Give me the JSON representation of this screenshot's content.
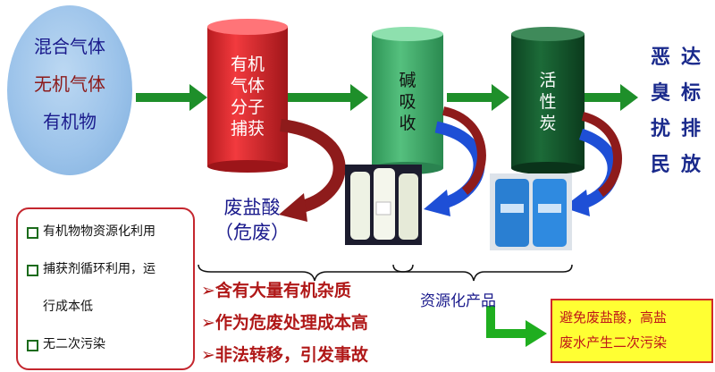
{
  "inlet": {
    "lines": [
      "混合气体",
      "无机气体",
      "有机物"
    ]
  },
  "stages": [
    {
      "label_lines": [
        "有机",
        "气体",
        "分子",
        "捕获"
      ],
      "color": "#e0292e"
    },
    {
      "label_lines": [
        "碱",
        "吸",
        "收"
      ],
      "color": "#3aa866"
    },
    {
      "label_lines": [
        "活",
        "性",
        "炭"
      ],
      "color": "#14562c"
    }
  ],
  "outlet": {
    "columns": [
      [
        "恶",
        "臭",
        "扰",
        "民"
      ],
      [
        "达",
        "标",
        "排",
        "放"
      ]
    ]
  },
  "byproduct": {
    "lines": [
      "废盐酸",
      "（危废）"
    ]
  },
  "benefits": [
    "有机物物资源化利用",
    "捕获剂循环利用，运",
    "行成本低",
    "无二次污染"
  ],
  "problems": [
    "含有大量有机杂质",
    "作为危废处理成本高",
    "非法转移，引发事故"
  ],
  "resource_label": "资源化产品",
  "advice_lines": [
    "避免废盐酸，高盐",
    "废水产生二次污染"
  ],
  "colors": {
    "flow_arrow": "#1e8f2a",
    "recycle_arrow_red": "#8e1b1b",
    "recycle_arrow_blue": "#1e4fd6"
  }
}
